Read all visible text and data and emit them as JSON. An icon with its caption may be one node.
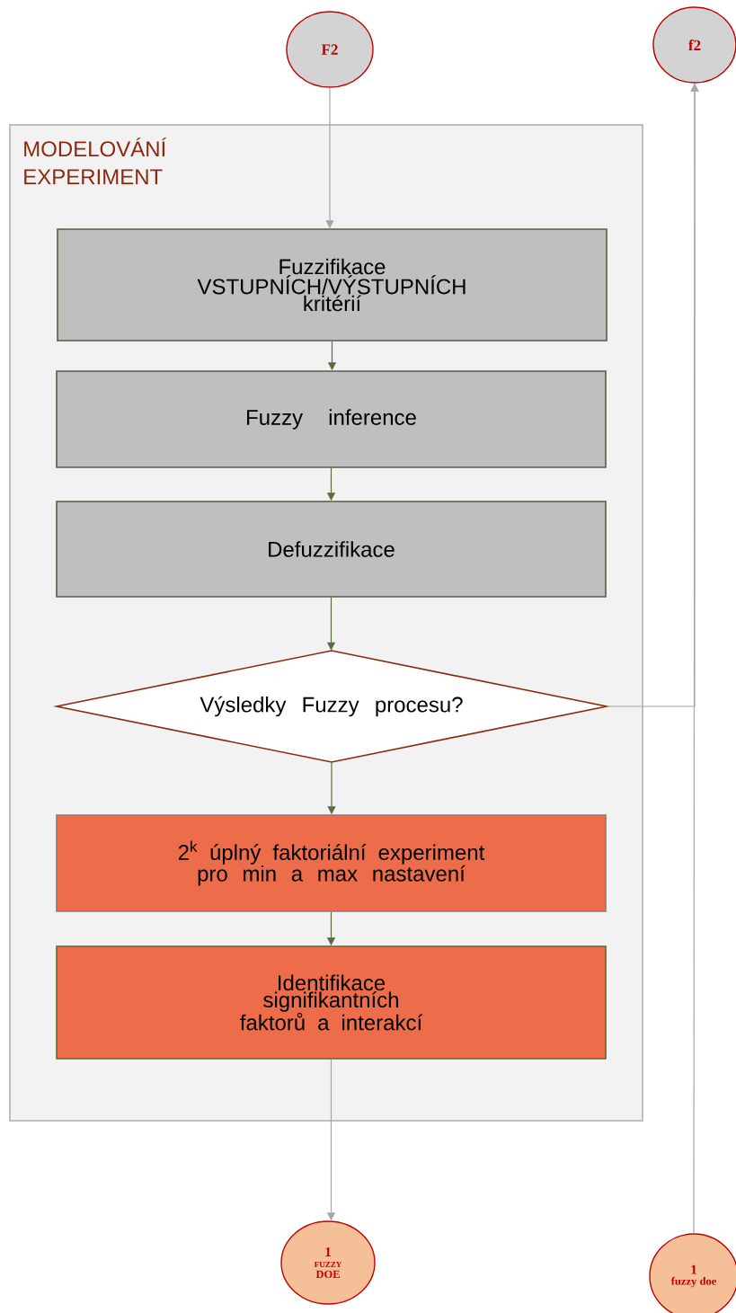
{
  "diagram": {
    "nodes": [
      {
        "text": [
          "F2"
        ]
      },
      {
        "text": [
          "f2"
        ]
      },
      {
        "text": [
          "MODELOVÁNÍ EXPERIMENT"
        ]
      },
      {
        "text": [
          "Fuzzifikace VSTUPNÍCH/VÝSTUPNÍCH kritérií"
        ],
        "in": 2
      },
      {
        "text": [
          "Fuzzy inference"
        ],
        "in": 2
      },
      {
        "text": [
          "Defuzzifikace"
        ],
        "in": 2
      },
      {
        "text": [
          "Výsledky Fuzzy procesu?"
        ],
        "in": 2
      },
      {
        "text": [
          "2$^{k}$ úplný faktoriální experiment pro min a max nastavení"
        ],
        "in": 2
      },
      {
        "text": [
          "Identifikace signifikantních faktorů a interakcí"
        ],
        "in": 2
      },
      {
        "text": [
          "1",
          "FUZZY",
          "DOE"
        ]
      },
      {
        "text": [
          "1",
          "fuzzy doe"
        ]
      }
    ],
    "edges": [
      {
        "from": 0,
        "to": 3,
        "arrow": "to",
        "color": "#a6a6a6"
      },
      {
        "from": 3,
        "to": 4,
        "arrow": "to"
      },
      {
        "from": 4,
        "to": 5,
        "arrow": "to"
      },
      {
        "from": 5,
        "to": 6,
        "arrow": "to"
      },
      {
        "from": 6,
        "to": 7,
        "arrow": "to"
      },
      {
        "from": 7,
        "to": 8,
        "arrow": "to"
      },
      {
        "from": 8,
        "to": 9,
        "arrow": "to",
        "color": "#a6a6a6"
      },
      {
        "from": 10,
        "to": 1,
        "arrow": "to",
        "color": "#a6a6a6"
      },
      {
        "from": 6,
        "to": 1,
        "arrow": "to",
        "color": "#a6a6a6"
      }
    ]
  }
}
